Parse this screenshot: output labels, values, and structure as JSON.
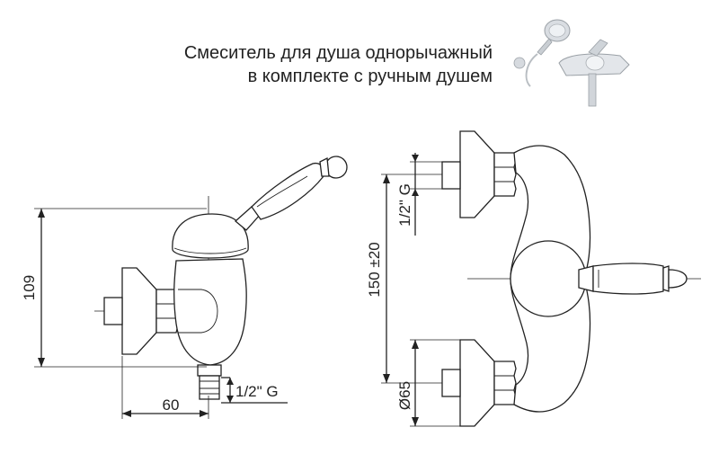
{
  "title": {
    "line1": "Смеситель для душа однорычажный",
    "line2": "в комплекте с ручным душем"
  },
  "side_view": {
    "height_dim": "109",
    "depth_dim": "60",
    "outlet_thread": "1/2\" G"
  },
  "front_view": {
    "inlet_thread": "1/2\" G",
    "spacing_dim": "150 ±20",
    "flange_diameter": "Ø65"
  },
  "product_photo": {
    "icon": "shower-mixer-photo-icon"
  }
}
